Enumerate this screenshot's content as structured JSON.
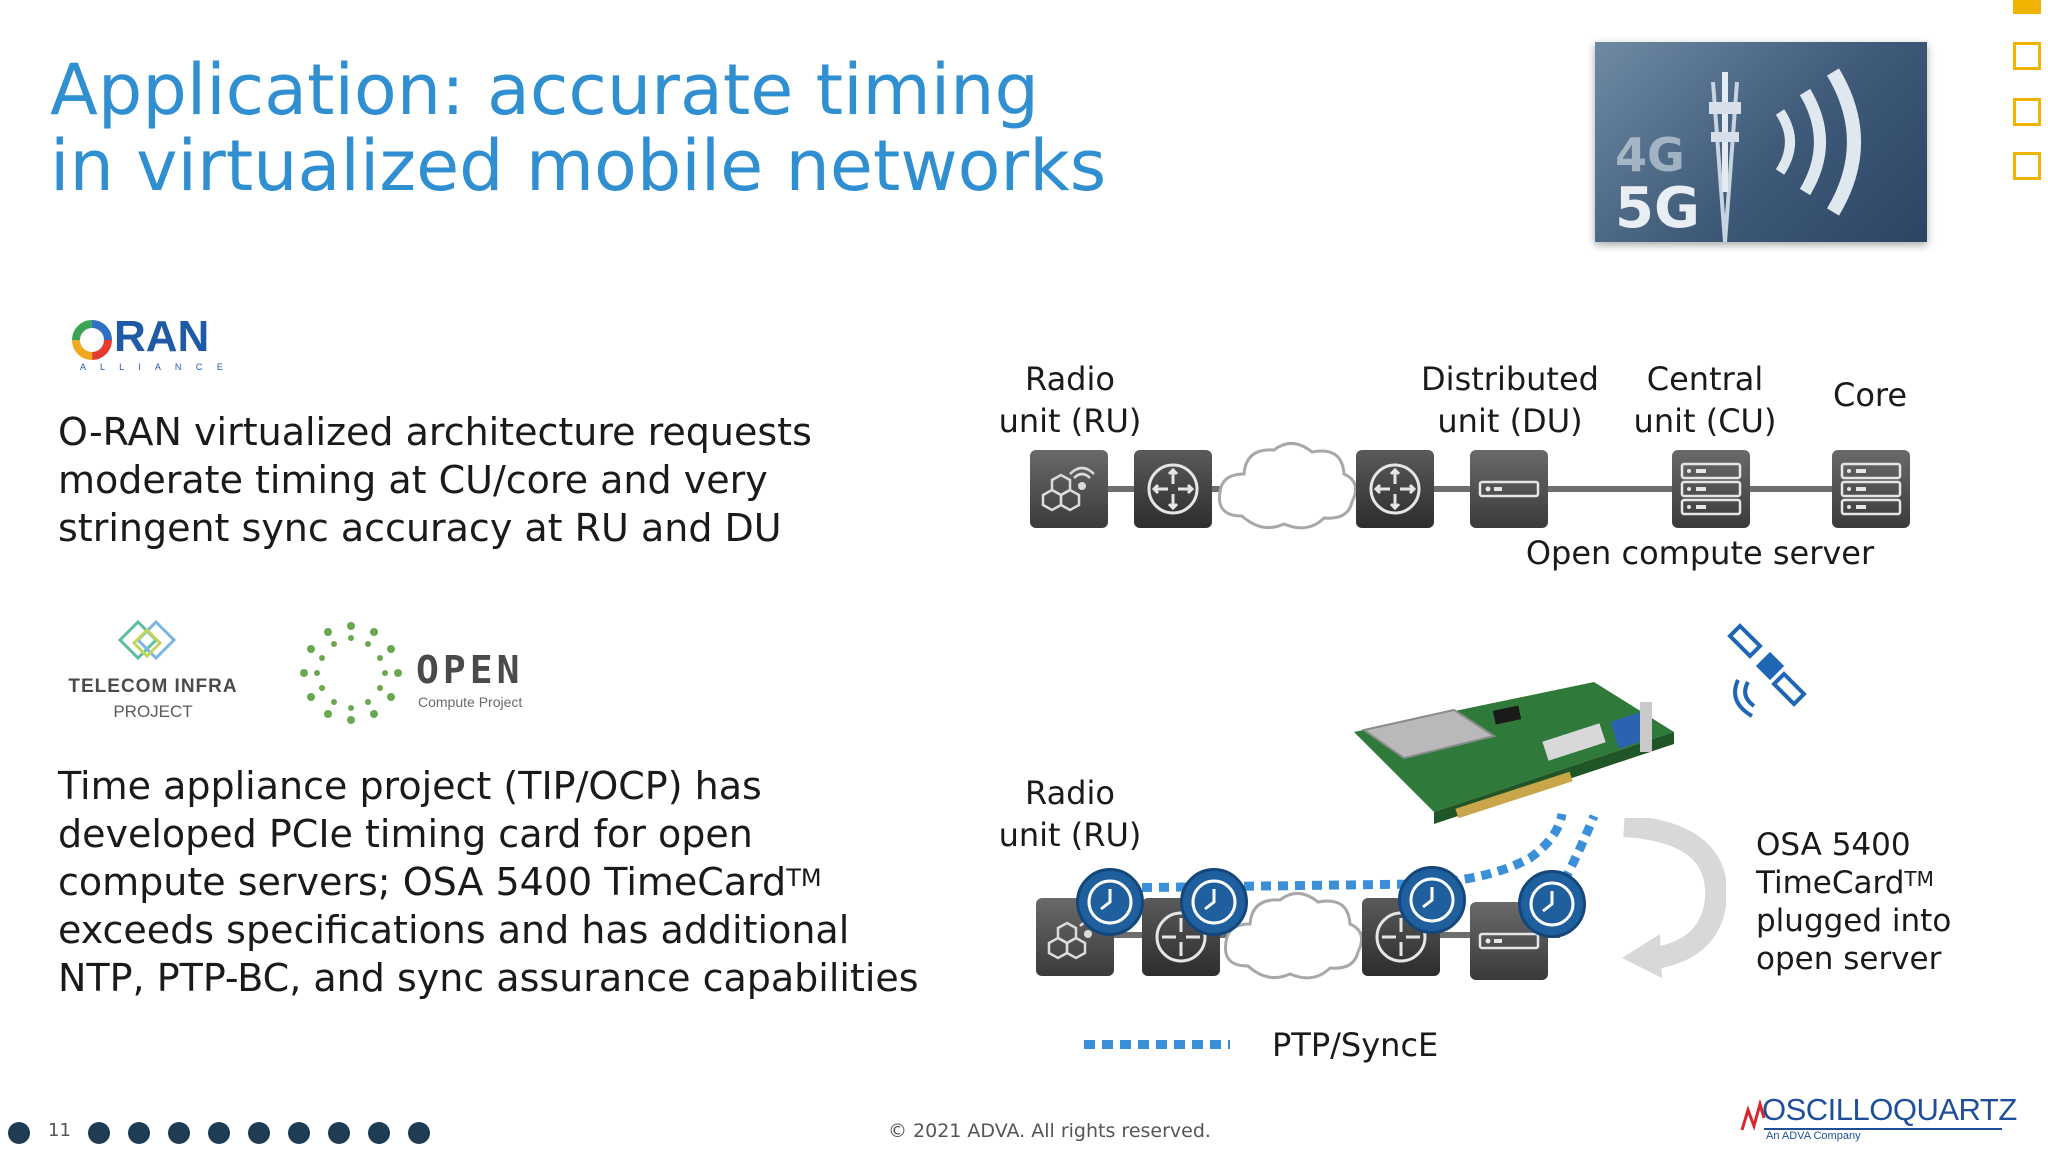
{
  "slide": {
    "title_line1": "Application: accurate timing",
    "title_line2": "in virtualized mobile networks",
    "page_number": "11",
    "copyright": "© 2021 ADVA. All rights reserved."
  },
  "logos": {
    "oran_text": "RAN",
    "oran_subtext": "A L L I A N C E",
    "tip_line1": "TELECOM INFRA",
    "tip_line2": "PROJECT",
    "ocp_title": "OPEN",
    "ocp_subtitle": "Compute Project",
    "oq_brand": "OSCILLOQUARTZ",
    "oq_sub": "An ADVA Company",
    "photo_text_4g": "4G",
    "photo_text_5g": "5G"
  },
  "content": {
    "para1_l1": "O-RAN virtualized architecture requests",
    "para1_l2": "moderate timing at CU/core and very",
    "para1_l3": "stringent sync accuracy at RU and DU",
    "para2_l1": "Time appliance project (TIP/OCP) has",
    "para2_l2": "developed PCIe timing card for open",
    "para2_l3a": "compute servers; OSA 5400 TimeCard",
    "para2_l3sup": "TM",
    "para2_l4": "exceeds specifications and has additional",
    "para2_l5": "NTP, PTP-BC, and sync assurance capabilities"
  },
  "diagram_top": {
    "ru_l1": "Radio",
    "ru_l2": "unit (RU)",
    "du_l1": "Distributed",
    "du_l2": "unit (DU)",
    "cu_l1": "Central",
    "cu_l2": "unit (CU)",
    "core": "Core",
    "server_caption": "Open compute server"
  },
  "diagram_bottom": {
    "ru_l1": "Radio",
    "ru_l2": "unit (RU)",
    "card_l1": "OSA 5400",
    "card_l2a": "TimeCard",
    "card_l2sup": "TM",
    "card_l3": "plugged into",
    "card_l4": "open server",
    "legend_label": "PTP/SyncE"
  },
  "colors": {
    "title_blue": "#2f8fd0",
    "accent_yellow": "#f0b400",
    "ptp_blue": "#3a8fd8",
    "clock_blue": "#1f5f9e",
    "node_gray": "#4a4a4a",
    "dot_navy": "#1f3c55",
    "oq_blue": "#1f4e9a"
  },
  "icons": [
    "hexagon-antenna-icon",
    "router-icon",
    "cloud-icon",
    "server-icon",
    "rack-server-icon",
    "clock-icon",
    "satellite-icon",
    "curved-arrow-icon"
  ]
}
